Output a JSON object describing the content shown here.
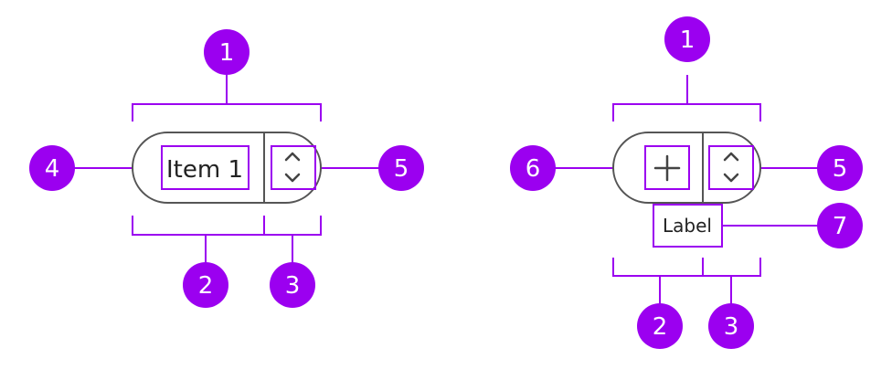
{
  "colors": {
    "accent": "#9b00f0",
    "outline": "#555555",
    "background": "#ffffff"
  },
  "left_diagram": {
    "item_text": "Item 1",
    "callouts": [
      "1",
      "2",
      "3",
      "4",
      "5"
    ],
    "icons": [
      "chevron-up-down-icon"
    ]
  },
  "right_diagram": {
    "label_text": "Label",
    "callouts": [
      "1",
      "2",
      "3",
      "5",
      "6",
      "7"
    ],
    "icons": [
      "plus-icon",
      "chevron-up-down-icon"
    ]
  }
}
